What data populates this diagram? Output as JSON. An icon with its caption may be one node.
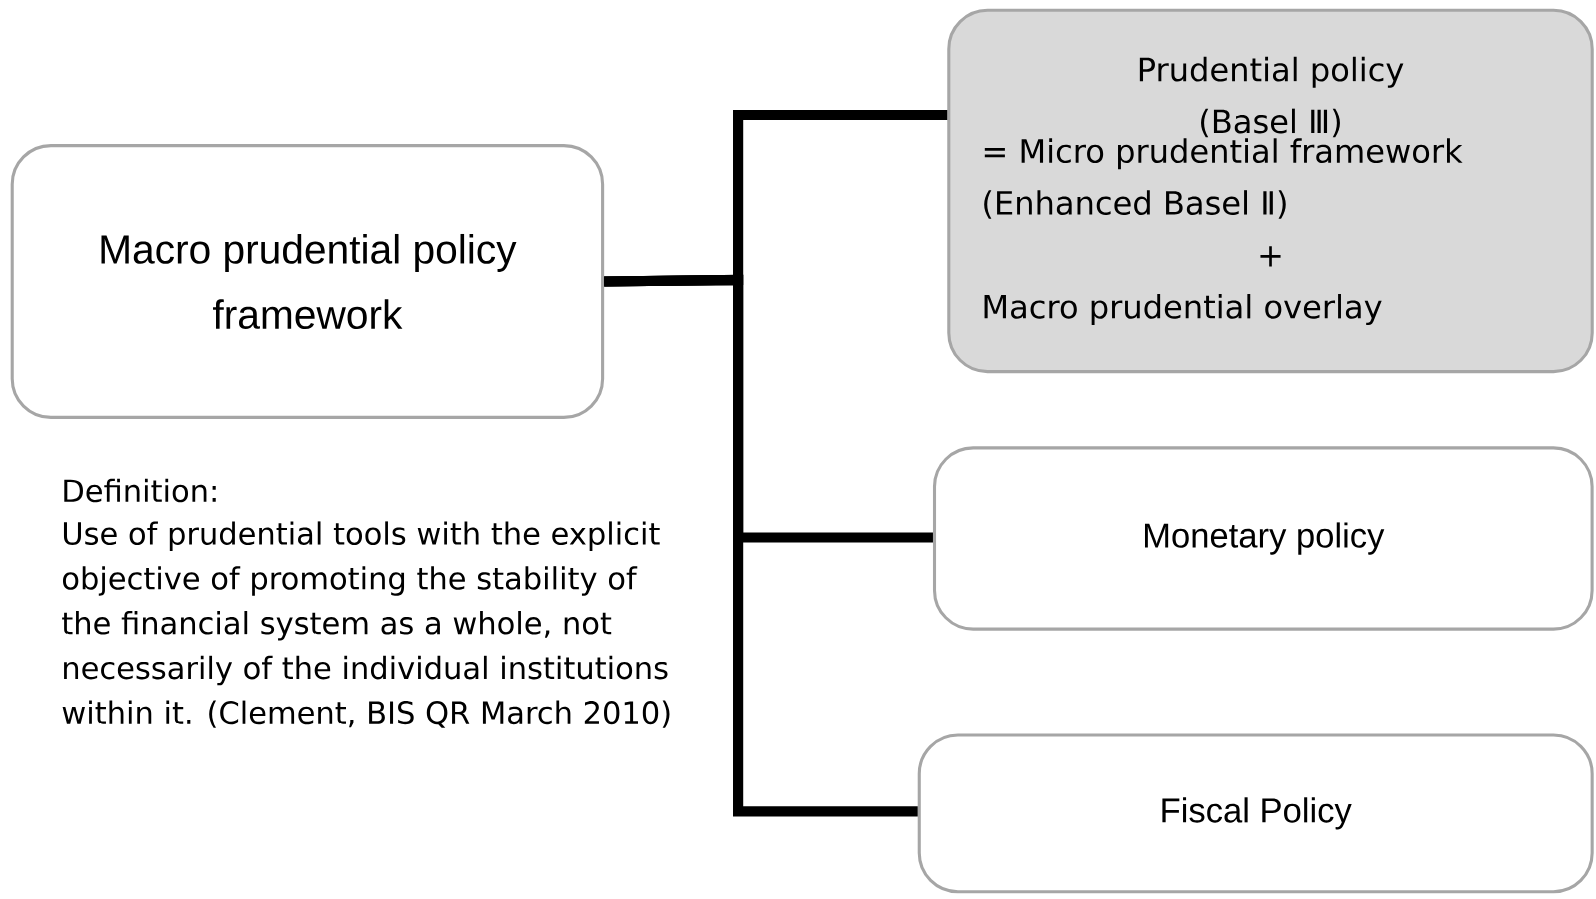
{
  "diagram": {
    "nodes": [
      {
        "text": [
          "Macro prudential policy framework"
        ]
      },
      {
        "text": [
          "Prudential policy (Basel Ⅲ)",
          "= Micro prudential framework (Enhanced Basel Ⅱ)",
          "+",
          "Macro prudential overlay"
        ]
      },
      {
        "text": [
          "Monetary policy"
        ]
      },
      {
        "text": [
          "Fiscal Policy"
        ]
      }
    ],
    "edges": [
      {
        "from": 0,
        "to": 1,
        "arrow": "none"
      },
      {
        "from": 0,
        "to": 2,
        "arrow": "none"
      },
      {
        "from": 0,
        "to": 3,
        "arrow": "none"
      }
    ],
    "labels": [
      "Definition:",
      "Use of prudential tools with the explicit objective of promoting the stability of the financial system as a whole, not necessarily of the individual institutions within it. (Clement, BIS QR March 2010)"
    ]
  }
}
